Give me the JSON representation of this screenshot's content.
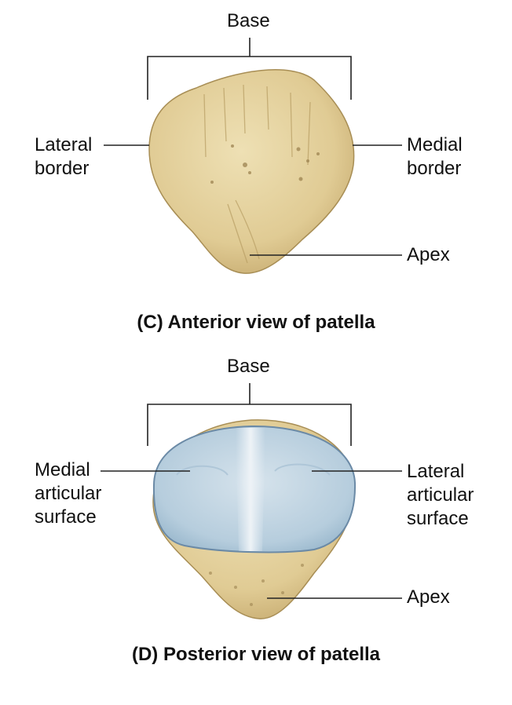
{
  "anterior": {
    "base_label": "Base",
    "lateral_border_label": "Lateral\nborder",
    "medial_border_label": "Medial\nborder",
    "apex_label": "Apex",
    "caption": "(C) Anterior view of patella"
  },
  "posterior": {
    "base_label": "Base",
    "medial_surface_label": "Medial\narticular\nsurface",
    "lateral_surface_label": "Lateral\narticular\nsurface",
    "apex_label": "Apex",
    "caption": "(D) Posterior view of patella"
  },
  "colors": {
    "bone": "#e3cf9a",
    "bone_dark": "#b89a5c",
    "cartilage": "#b7cfe0",
    "cartilage_light": "#e6eef4"
  }
}
